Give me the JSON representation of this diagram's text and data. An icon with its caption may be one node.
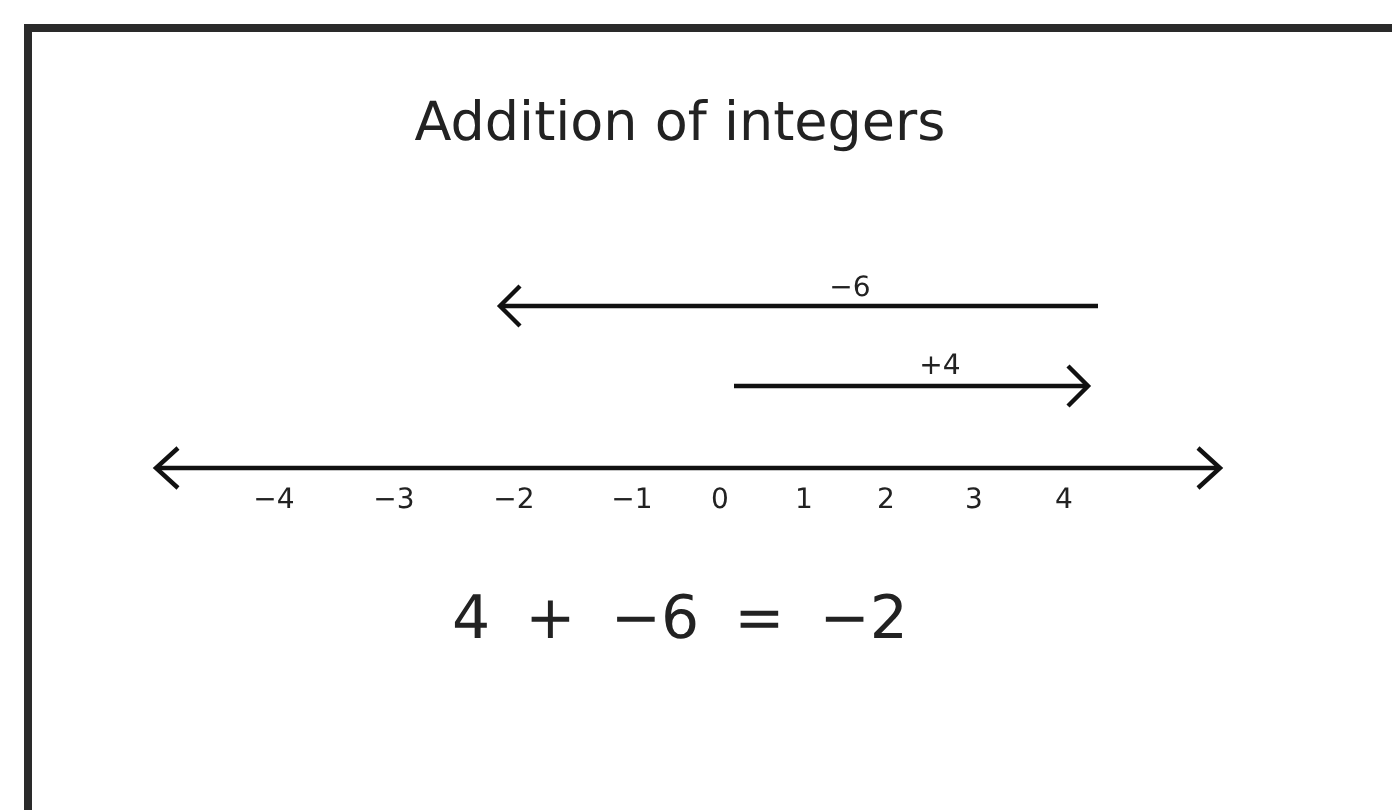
{
  "diagram": {
    "title": "Addition of integers",
    "labels": [
      "−6",
      "+4",
      "−4",
      "−3",
      "−2",
      "−1",
      "0",
      "1",
      "2",
      "3",
      "4",
      "4 + −6 = −2"
    ]
  }
}
